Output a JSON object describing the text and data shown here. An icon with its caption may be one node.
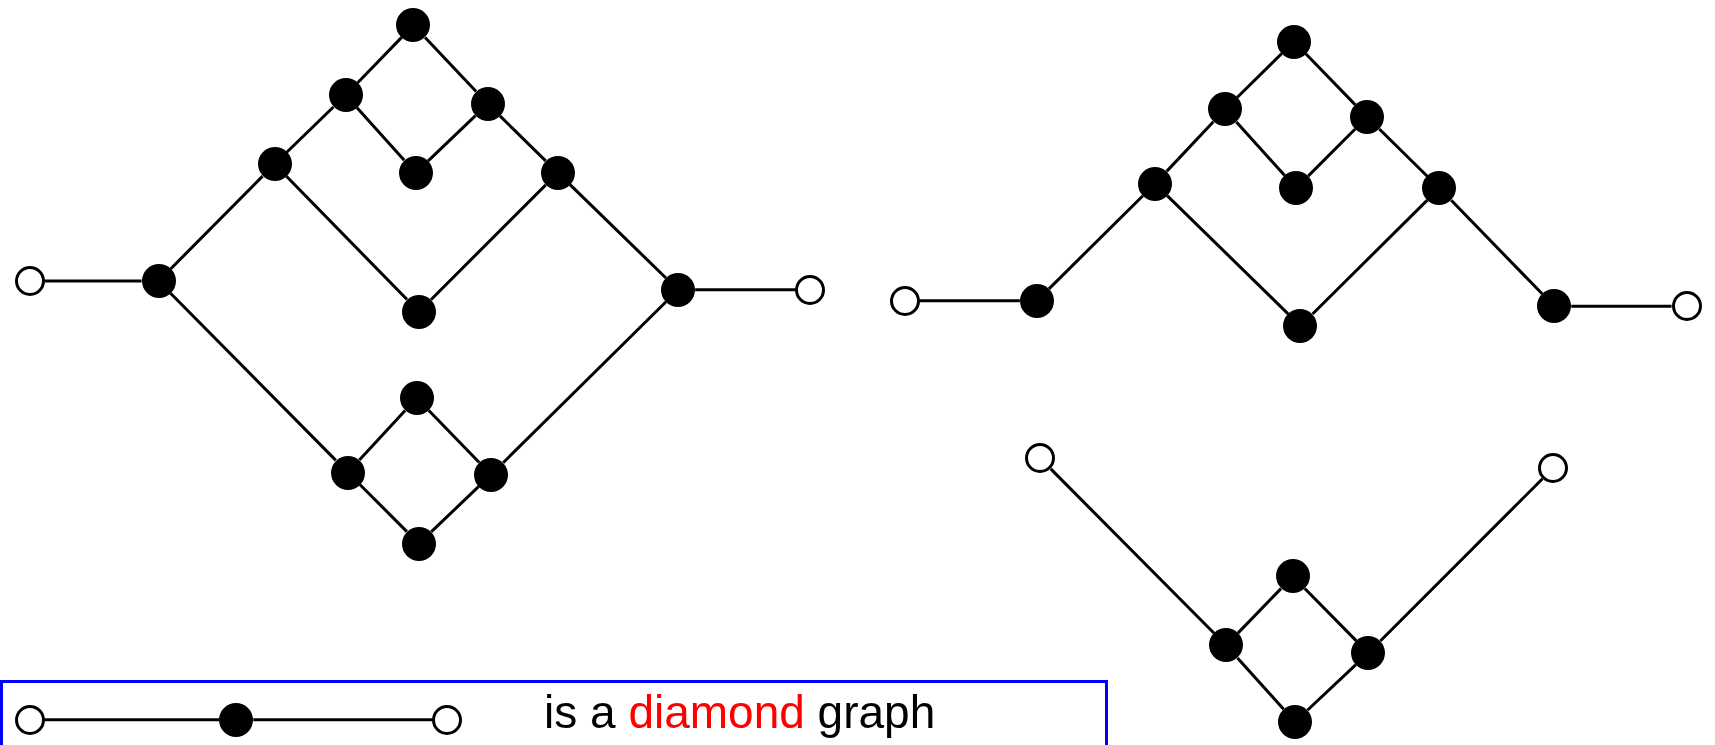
{
  "diagram": {
    "nodes": [
      {
        "text": [],
        "shape": "circle"
      },
      {
        "text": [],
        "shape": "dot"
      },
      {
        "text": [],
        "shape": "dot"
      },
      {
        "text": [],
        "shape": "dot"
      },
      {
        "text": [],
        "shape": "dot"
      },
      {
        "text": [],
        "shape": "dot"
      },
      {
        "text": [],
        "shape": "dot"
      },
      {
        "text": [],
        "shape": "dot"
      },
      {
        "text": [],
        "shape": "dot"
      },
      {
        "text": [],
        "shape": "dot"
      },
      {
        "text": [],
        "shape": "circle"
      },
      {
        "text": [],
        "shape": "dot"
      },
      {
        "text": [],
        "shape": "dot"
      },
      {
        "text": [],
        "shape": "dot"
      },
      {
        "text": [],
        "shape": "dot"
      },
      {
        "text": [],
        "shape": "circle"
      },
      {
        "text": [],
        "shape": "dot"
      },
      {
        "text": [],
        "shape": "dot"
      },
      {
        "text": [],
        "shape": "dot"
      },
      {
        "text": [],
        "shape": "dot"
      },
      {
        "text": [],
        "shape": "dot"
      },
      {
        "text": [],
        "shape": "dot"
      },
      {
        "text": [],
        "shape": "dot"
      },
      {
        "text": [],
        "shape": "dot"
      },
      {
        "text": [],
        "shape": "dot"
      },
      {
        "text": [],
        "shape": "circle"
      },
      {
        "text": [],
        "shape": "circle"
      },
      {
        "text": [],
        "shape": "circle"
      },
      {
        "text": [],
        "shape": "dot"
      },
      {
        "text": [],
        "shape": "dot"
      },
      {
        "text": [],
        "shape": "dot"
      },
      {
        "text": [],
        "shape": "dot"
      },
      {
        "text": [
          "is a",
          "diamond",
          "graph"
        ]
      },
      {
        "text": [],
        "shape": "circle",
        "in": 32
      },
      {
        "text": [],
        "shape": "dot",
        "in": 32
      },
      {
        "text": [],
        "shape": "circle",
        "in": 32
      }
    ],
    "edges": [
      {
        "from": 0,
        "to": 1,
        "arrow": "none"
      },
      {
        "from": 1,
        "to": 2,
        "arrow": "none"
      },
      {
        "from": 2,
        "to": 3,
        "arrow": "none"
      },
      {
        "from": 3,
        "to": 4,
        "arrow": "none"
      },
      {
        "from": 4,
        "to": 5,
        "arrow": "none"
      },
      {
        "from": 3,
        "to": 6,
        "arrow": "none"
      },
      {
        "from": 6,
        "to": 5,
        "arrow": "none"
      },
      {
        "from": 5,
        "to": 7,
        "arrow": "none"
      },
      {
        "from": 2,
        "to": 8,
        "arrow": "none"
      },
      {
        "from": 8,
        "to": 7,
        "arrow": "none"
      },
      {
        "from": 7,
        "to": 9,
        "arrow": "none"
      },
      {
        "from": 9,
        "to": 10,
        "arrow": "none"
      },
      {
        "from": 1,
        "to": 12,
        "arrow": "none"
      },
      {
        "from": 12,
        "to": 11,
        "arrow": "none"
      },
      {
        "from": 11,
        "to": 13,
        "arrow": "none"
      },
      {
        "from": 12,
        "to": 14,
        "arrow": "none"
      },
      {
        "from": 14,
        "to": 13,
        "arrow": "none"
      },
      {
        "from": 13,
        "to": 9,
        "arrow": "none"
      },
      {
        "from": 15,
        "to": 16,
        "arrow": "none"
      },
      {
        "from": 16,
        "to": 17,
        "arrow": "none"
      },
      {
        "from": 17,
        "to": 18,
        "arrow": "none"
      },
      {
        "from": 18,
        "to": 19,
        "arrow": "none"
      },
      {
        "from": 19,
        "to": 20,
        "arrow": "none"
      },
      {
        "from": 18,
        "to": 21,
        "arrow": "none"
      },
      {
        "from": 21,
        "to": 20,
        "arrow": "none"
      },
      {
        "from": 20,
        "to": 22,
        "arrow": "none"
      },
      {
        "from": 17,
        "to": 23,
        "arrow": "none"
      },
      {
        "from": 23,
        "to": 22,
        "arrow": "none"
      },
      {
        "from": 22,
        "to": 24,
        "arrow": "none"
      },
      {
        "from": 24,
        "to": 25,
        "arrow": "none"
      },
      {
        "from": 26,
        "to": 28,
        "arrow": "none"
      },
      {
        "from": 28,
        "to": 29,
        "arrow": "none"
      },
      {
        "from": 29,
        "to": 30,
        "arrow": "none"
      },
      {
        "from": 28,
        "to": 31,
        "arrow": "none"
      },
      {
        "from": 31,
        "to": 30,
        "arrow": "none"
      },
      {
        "from": 30,
        "to": 27,
        "arrow": "none"
      },
      {
        "from": 33,
        "to": 34,
        "arrow": "none"
      },
      {
        "from": 34,
        "to": 35,
        "arrow": "none"
      }
    ]
  }
}
